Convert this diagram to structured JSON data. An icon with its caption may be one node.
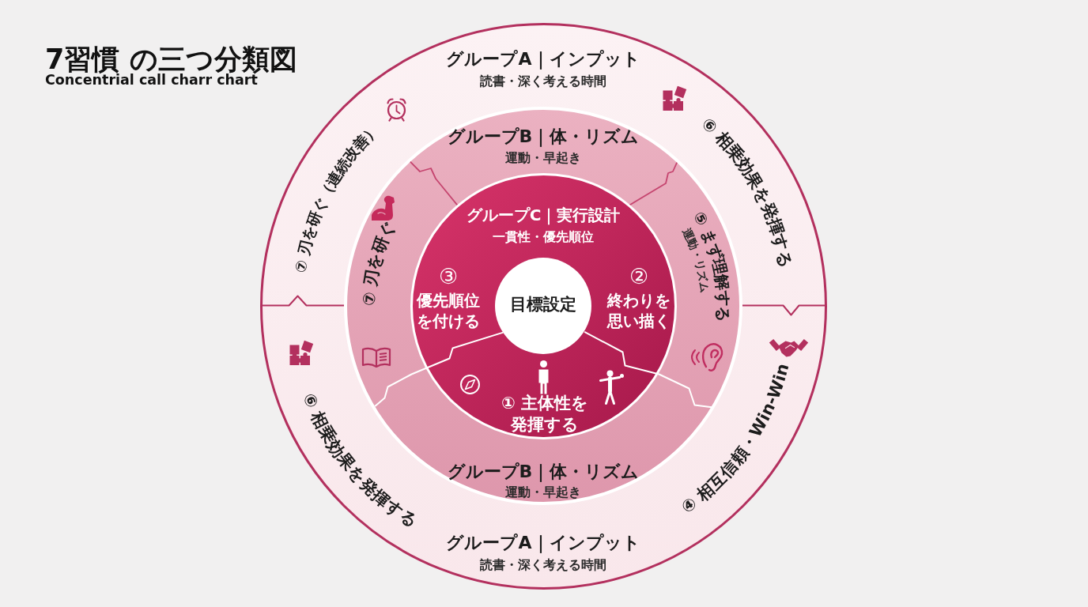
{
  "diagram": {
    "title": "7習慣 の三つ分類図",
    "nodes": [
      {
        "text": [
          "グループA｜インプット",
          "読書・深く考える時間",
          "⑦ 刃を研ぐ（連続改善）",
          "⑥ 相乗効果を発揮する",
          "⑥ 相乗効果を発揮する",
          "④ 相互信頼・Win-Win",
          "グループA｜インプット",
          "読書・深く考える時間"
        ]
      },
      {
        "text": [
          "グループB｜体・リズム",
          "運動・早起き",
          "⑦ 刃を研ぐ",
          "⑤ まず理解する",
          "運動・リズム",
          "グループB｜体・リズム",
          "運動・早起き"
        ],
        "in": 0
      },
      {
        "text": [
          "グループC｜実行設計",
          "一貫性・優先順位",
          "③",
          "優先順位を付ける",
          "②",
          "終わりを思い描く",
          "① 主体性を発揮する"
        ],
        "in": 1
      },
      {
        "text": [
          "目標設定"
        ],
        "in": 2
      }
    ],
    "labels": [
      "Concentrial call charr chart"
    ]
  }
}
